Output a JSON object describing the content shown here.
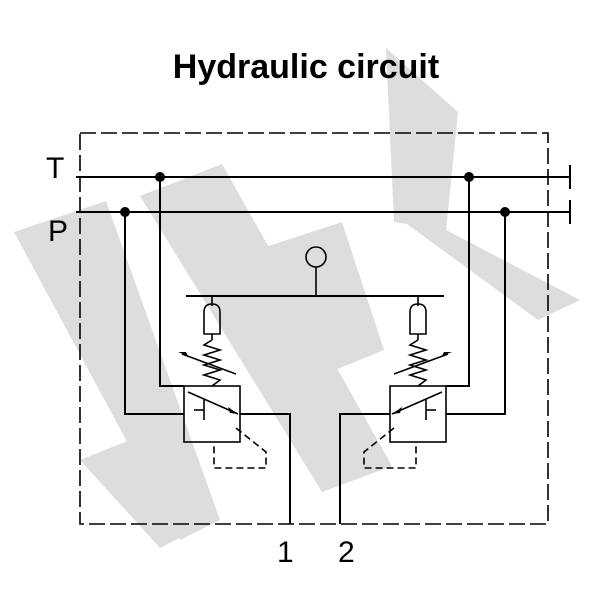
{
  "title": "Hydraulic circuit",
  "ports": {
    "tank": "T",
    "pressure": "P",
    "port_1": "1",
    "port_2": "2"
  },
  "colors": {
    "line": "#000000",
    "watermark": "#dcdcdc",
    "background": "#ffffff"
  }
}
